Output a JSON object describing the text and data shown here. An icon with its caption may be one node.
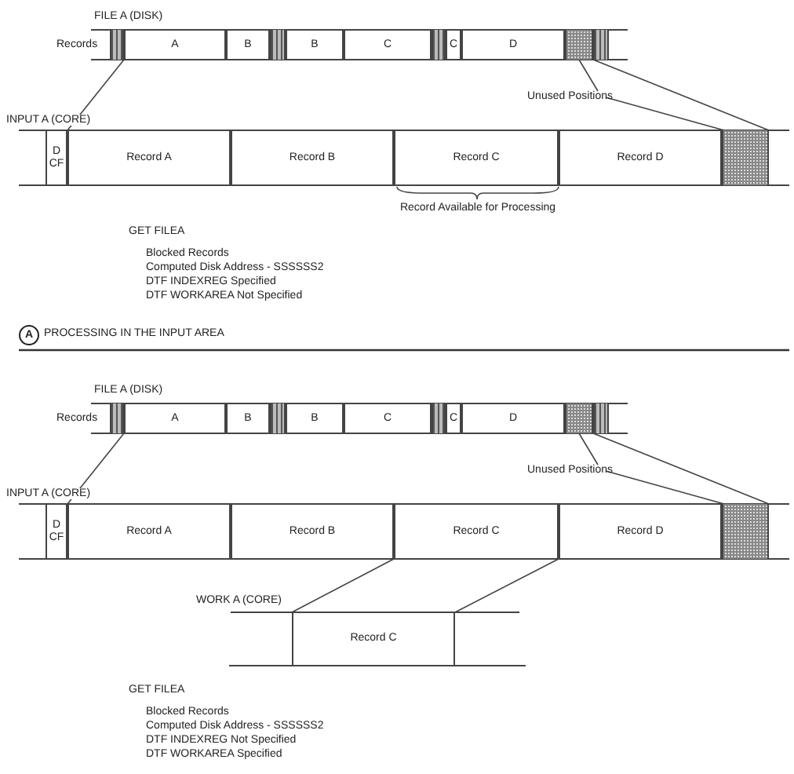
{
  "diagram": {
    "nodes": [
      {
        "text": [],
        "shape": "bar"
      },
      {
        "text": [
          "A"
        ]
      },
      {
        "text": [
          "B"
        ]
      },
      {
        "text": [],
        "shape": "bar"
      },
      {
        "text": [
          "B"
        ]
      },
      {
        "text": [
          "C"
        ]
      },
      {
        "text": [],
        "shape": "bar"
      },
      {
        "text": [
          "C"
        ]
      },
      {
        "text": [
          "D"
        ]
      },
      {
        "text": [],
        "shape": "box"
      },
      {
        "text": [],
        "shape": "bar"
      },
      {
        "text": [
          "Unused Positions"
        ]
      },
      {
        "text": [
          "D CF"
        ]
      },
      {
        "text": [
          "Record A"
        ]
      },
      {
        "text": [
          "Record B"
        ]
      },
      {
        "text": [
          "Record C"
        ]
      },
      {
        "text": [
          "Record D"
        ]
      },
      {
        "text": [],
        "shape": "box"
      },
      {
        "text": [],
        "shape": "bar"
      },
      {
        "text": [
          "A"
        ]
      },
      {
        "text": [
          "B"
        ]
      },
      {
        "text": [],
        "shape": "bar"
      },
      {
        "text": [
          "B"
        ]
      },
      {
        "text": [
          "C"
        ]
      },
      {
        "text": [],
        "shape": "bar"
      },
      {
        "text": [
          "C"
        ]
      },
      {
        "text": [
          "D"
        ]
      },
      {
        "text": [],
        "shape": "box"
      },
      {
        "text": [],
        "shape": "bar"
      },
      {
        "text": [
          "Unused Positions"
        ]
      },
      {
        "text": [
          "D CF"
        ]
      },
      {
        "text": [
          "Record A"
        ]
      },
      {
        "text": [
          "Record B"
        ]
      },
      {
        "text": [
          "Record C"
        ]
      },
      {
        "text": [
          "Record D"
        ]
      },
      {
        "text": [],
        "shape": "box"
      },
      {
        "text": [
          "Record C"
        ]
      }
    ],
    "edges": [
      {
        "from": 0,
        "to": 12,
        "arrow": "none"
      },
      {
        "from": 9,
        "to": 17,
        "arrow": "none"
      },
      {
        "from": 11,
        "to": 9,
        "arrow": "none"
      },
      {
        "from": 11,
        "to": 17,
        "arrow": "none"
      },
      {
        "from": 18,
        "to": 30,
        "arrow": "none"
      },
      {
        "from": 27,
        "to": 35,
        "arrow": "none"
      },
      {
        "from": 29,
        "to": 27,
        "arrow": "none"
      },
      {
        "from": 29,
        "to": 35,
        "arrow": "none"
      },
      {
        "from": 33,
        "to": 36,
        "arrow": "none"
      },
      {
        "from": 33,
        "to": 36,
        "arrow": "none"
      }
    ],
    "labels": [
      "FILE A (DISK)",
      "Records",
      "INPUT A (CORE)",
      "Record Available for Processing",
      "GET FILEA",
      "Blocked Records",
      "Computed Disk Address - SSSSSS2",
      "DTF INDEXREG Specified",
      "DTF WORKAREA Not Specified",
      "A",
      "PROCESSING IN THE INPUT AREA",
      "FILE A (DISK)",
      "Records",
      "INPUT A (CORE)",
      "WORK A (CORE)",
      "GET FILEA",
      "Blocked Records",
      "Computed Disk Address - SSSSSS2",
      "DTF INDEXREG Not Specified",
      "DTF WORKAREA Specified"
    ]
  }
}
